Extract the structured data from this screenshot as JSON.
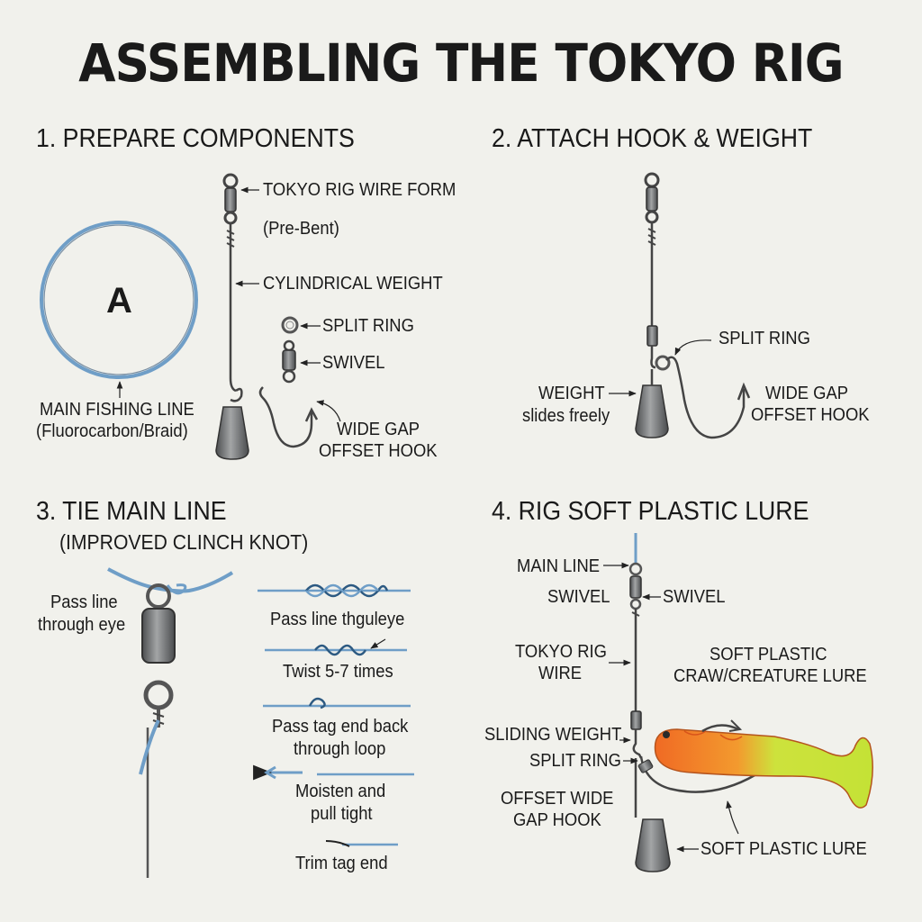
{
  "title": "ASSEMBLING THE TOKYO RIG",
  "steps": [
    {
      "heading": "1. PREPARE COMPONENTS",
      "line_letter": "A",
      "labels": {
        "wire_form": "TOKYO RIG WIRE FORM",
        "pre_bent": "(Pre-Bent)",
        "weight": "CYLINDRICAL WEIGHT",
        "split_ring": "SPLIT RING",
        "swivel": "SWIVEL",
        "hook_1": "WIDE GAP",
        "hook_2": "OFFSET HOOK",
        "line_1": "MAIN FISHING LINE",
        "line_2": "(Fluorocarbon/Braid)"
      }
    },
    {
      "heading": "2. ATTACH HOOK & WEIGHT",
      "labels": {
        "split_ring": "SPLIT RING",
        "weight_1": "WEIGHT",
        "weight_2": "slides freely",
        "hook_1": "WIDE GAP",
        "hook_2": "OFFSET HOOK"
      }
    },
    {
      "heading": "3. TIE MAIN LINE",
      "subheading": "(IMPROVED CLINCH KNOT)",
      "labels": {
        "pass_1": "Pass line",
        "pass_2": "through eye",
        "k1": "Pass line thguleye",
        "k2": "Twist 5-7 times",
        "k3_1": "Pass tag end back",
        "k3_2": "through loop",
        "k4_1": "Moisten and",
        "k4_2": "pull tight",
        "k5": "Trim tag end"
      }
    },
    {
      "heading": "4. RIG SOFT PLASTIC LURE",
      "labels": {
        "main_line": "MAIN LINE",
        "swivel_left": "SWIVEL",
        "swivel_right": "SWIVEL",
        "wire_1": "TOKYO RIG",
        "wire_2": "WIRE",
        "lure_1": "SOFT PLASTIC",
        "lure_2": "CRAW/CREATURE LURE",
        "sliding_weight": "SLIDING WEIGHT",
        "split_ring": "SPLIT RING",
        "hook_1": "OFFSET WIDE",
        "hook_2": "GAP HOOK",
        "soft_lure": "SOFT PLASTIC LURE"
      }
    }
  ],
  "colors": {
    "background": "#f1f1ec",
    "line_blue": "#6f9ec7",
    "metal": "#6b6d6e",
    "lure_orange": "#f0782a",
    "lure_green": "#c7e23a"
  }
}
